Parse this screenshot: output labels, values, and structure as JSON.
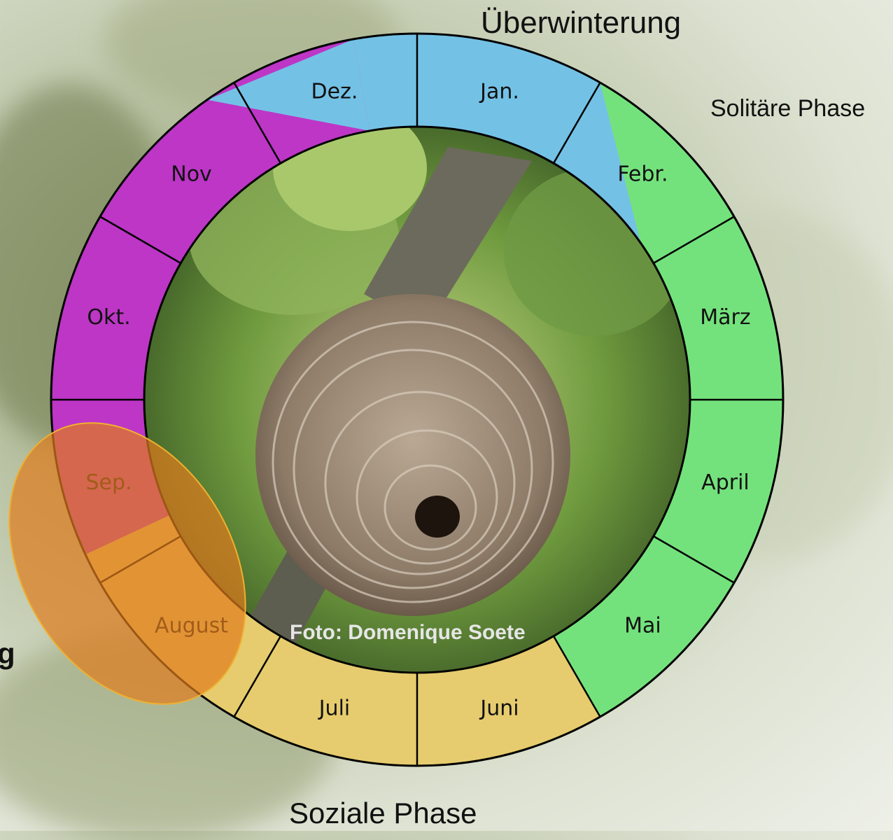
{
  "phases": {
    "winter_label": "Überwinterung",
    "solitary_label": "Solitäre Phase",
    "social_label": "Soziale Phase",
    "cut_edge_label": "g"
  },
  "months": [
    {
      "key": "jan",
      "label": "Jan."
    },
    {
      "key": "feb",
      "label": "Febr."
    },
    {
      "key": "mar",
      "label": "März"
    },
    {
      "key": "apr",
      "label": "April"
    },
    {
      "key": "may",
      "label": "Mai"
    },
    {
      "key": "jun",
      "label": "Juni"
    },
    {
      "key": "jul",
      "label": "Juli"
    },
    {
      "key": "aug",
      "label": "August"
    },
    {
      "key": "sep",
      "label": "Sep."
    },
    {
      "key": "oct",
      "label": "Okt."
    },
    {
      "key": "nov",
      "label": "Nov"
    },
    {
      "key": "dec",
      "label": "Dez."
    }
  ],
  "photo": {
    "credit": "Foto: Domenique Soete"
  },
  "colors": {
    "winter": "#74c1e6",
    "solitary": "#74e27c",
    "social": "#e6cc6e",
    "autumn": "#bd36c6",
    "highlight": "#e07c1c"
  }
}
